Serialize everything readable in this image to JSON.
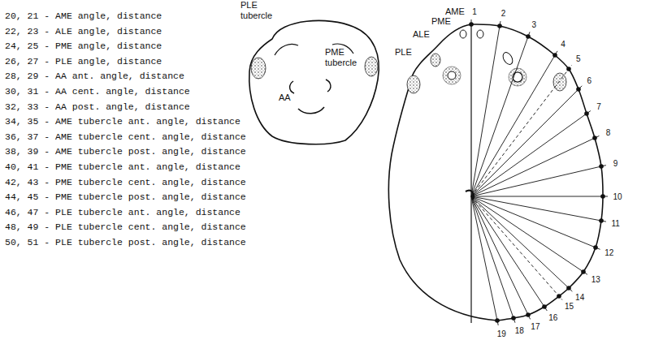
{
  "diagram": {
    "labels": [
      "20, 21 - AME angle, distance",
      "22, 23 - ALE angle, distance",
      "24, 25 - PME angle, distance",
      "26, 27 - PLE angle, distance",
      "28, 29 - AA ant. angle, distance",
      "30, 31 - AA cent. angle, distance",
      "32, 33 - AA post. angle, distance",
      "34, 35 - AME tubercle ant. angle, distance",
      "36, 37 - AME tubercle cent. angle, distance",
      "38, 39 - AME tubercle post. angle, distance",
      "40, 41 - PME tubercle ant. angle, distance",
      "42, 43 - PME tubercle cent. angle, distance",
      "44, 45 - PME tubercle post. angle, distance",
      "46, 47 - PLE tubercle ant. angle, distance",
      "48, 49 - PLE tubercle cent. angle, distance",
      "50, 51 - PLE tubercle post. angle, distance",
      "PLE tubercle",
      "PME tubercle",
      "AA",
      "AME",
      "PME",
      "ALE",
      "PLE",
      "1",
      "2",
      "3",
      "4",
      "5",
      "6",
      "7",
      "8",
      "9",
      "10",
      "11",
      "12",
      "13",
      "14",
      "15",
      "16",
      "17",
      "18",
      "19"
    ]
  }
}
